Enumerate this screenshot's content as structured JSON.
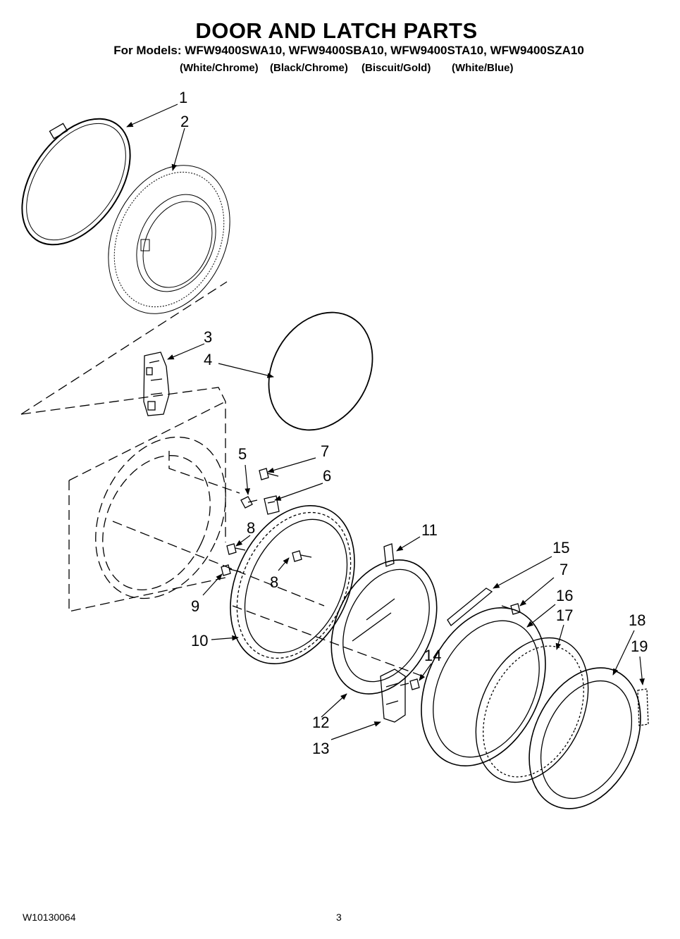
{
  "header": {
    "title": "DOOR AND LATCH PARTS",
    "models_line": "For Models: WFW9400SWA10, WFW9400SBA10, WFW9400STA10, WFW9400SZA10",
    "colors": [
      "(White/Chrome)",
      "(Black/Chrome)",
      "(Biscuit/Gold)",
      "(White/Blue)"
    ]
  },
  "callouts": {
    "c1": "1",
    "c2": "2",
    "c3": "3",
    "c4": "4",
    "c5": "5",
    "c6": "6",
    "c7a": "7",
    "c7b": "7",
    "c8a": "8",
    "c8b": "8",
    "c9": "9",
    "c10": "10",
    "c11": "11",
    "c12": "12",
    "c13": "13",
    "c14": "14",
    "c15": "15",
    "c16": "16",
    "c17": "17",
    "c18": "18",
    "c19": "19"
  },
  "footer": {
    "doc_number": "W10130064",
    "page_number": "3"
  }
}
